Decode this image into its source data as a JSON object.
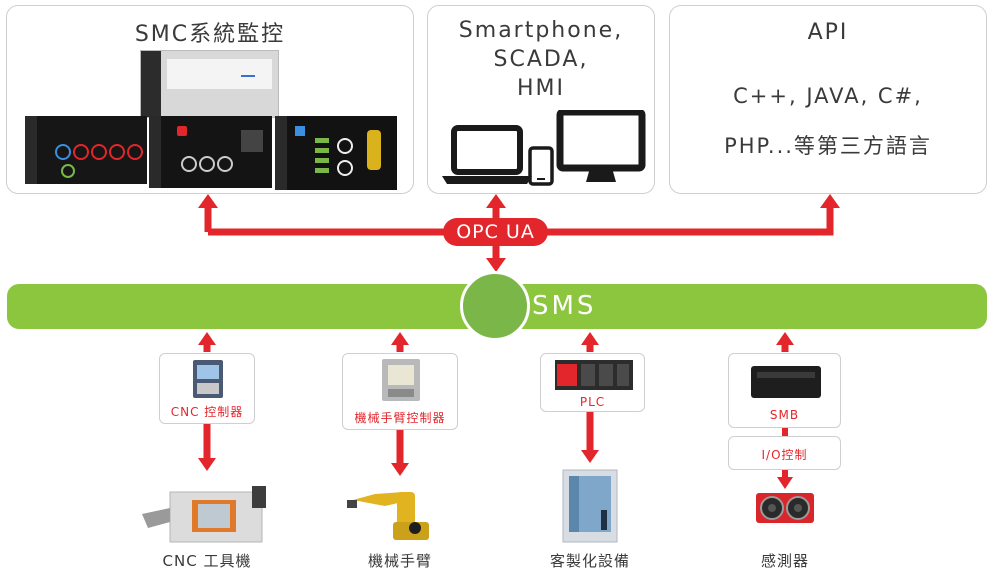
{
  "top": {
    "smc": {
      "title": "SMC系統監控"
    },
    "devices": {
      "line1": "Smartphone,",
      "line2": "SCADA,",
      "line3": "HMI"
    },
    "api": {
      "line1": "API",
      "line2": "C++, JAVA, C#,",
      "line3": "PHP...等第三方語言"
    }
  },
  "bus": {
    "label": "SMS",
    "protocol": "OPC UA"
  },
  "controllers": {
    "cnc": "CNC 控制器",
    "robot": "機械手臂控制器",
    "plc": "PLC",
    "smb": "SMB",
    "io": "I/O控制"
  },
  "endpoints": {
    "cnc": "CNC 工具機",
    "robot": "機械手臂",
    "custom": "客製化設備",
    "sensor": "感測器"
  },
  "colors": {
    "accent_red": "#e3262b",
    "bus_green": "#8cc63f",
    "border_gray": "#cfcfcf"
  }
}
